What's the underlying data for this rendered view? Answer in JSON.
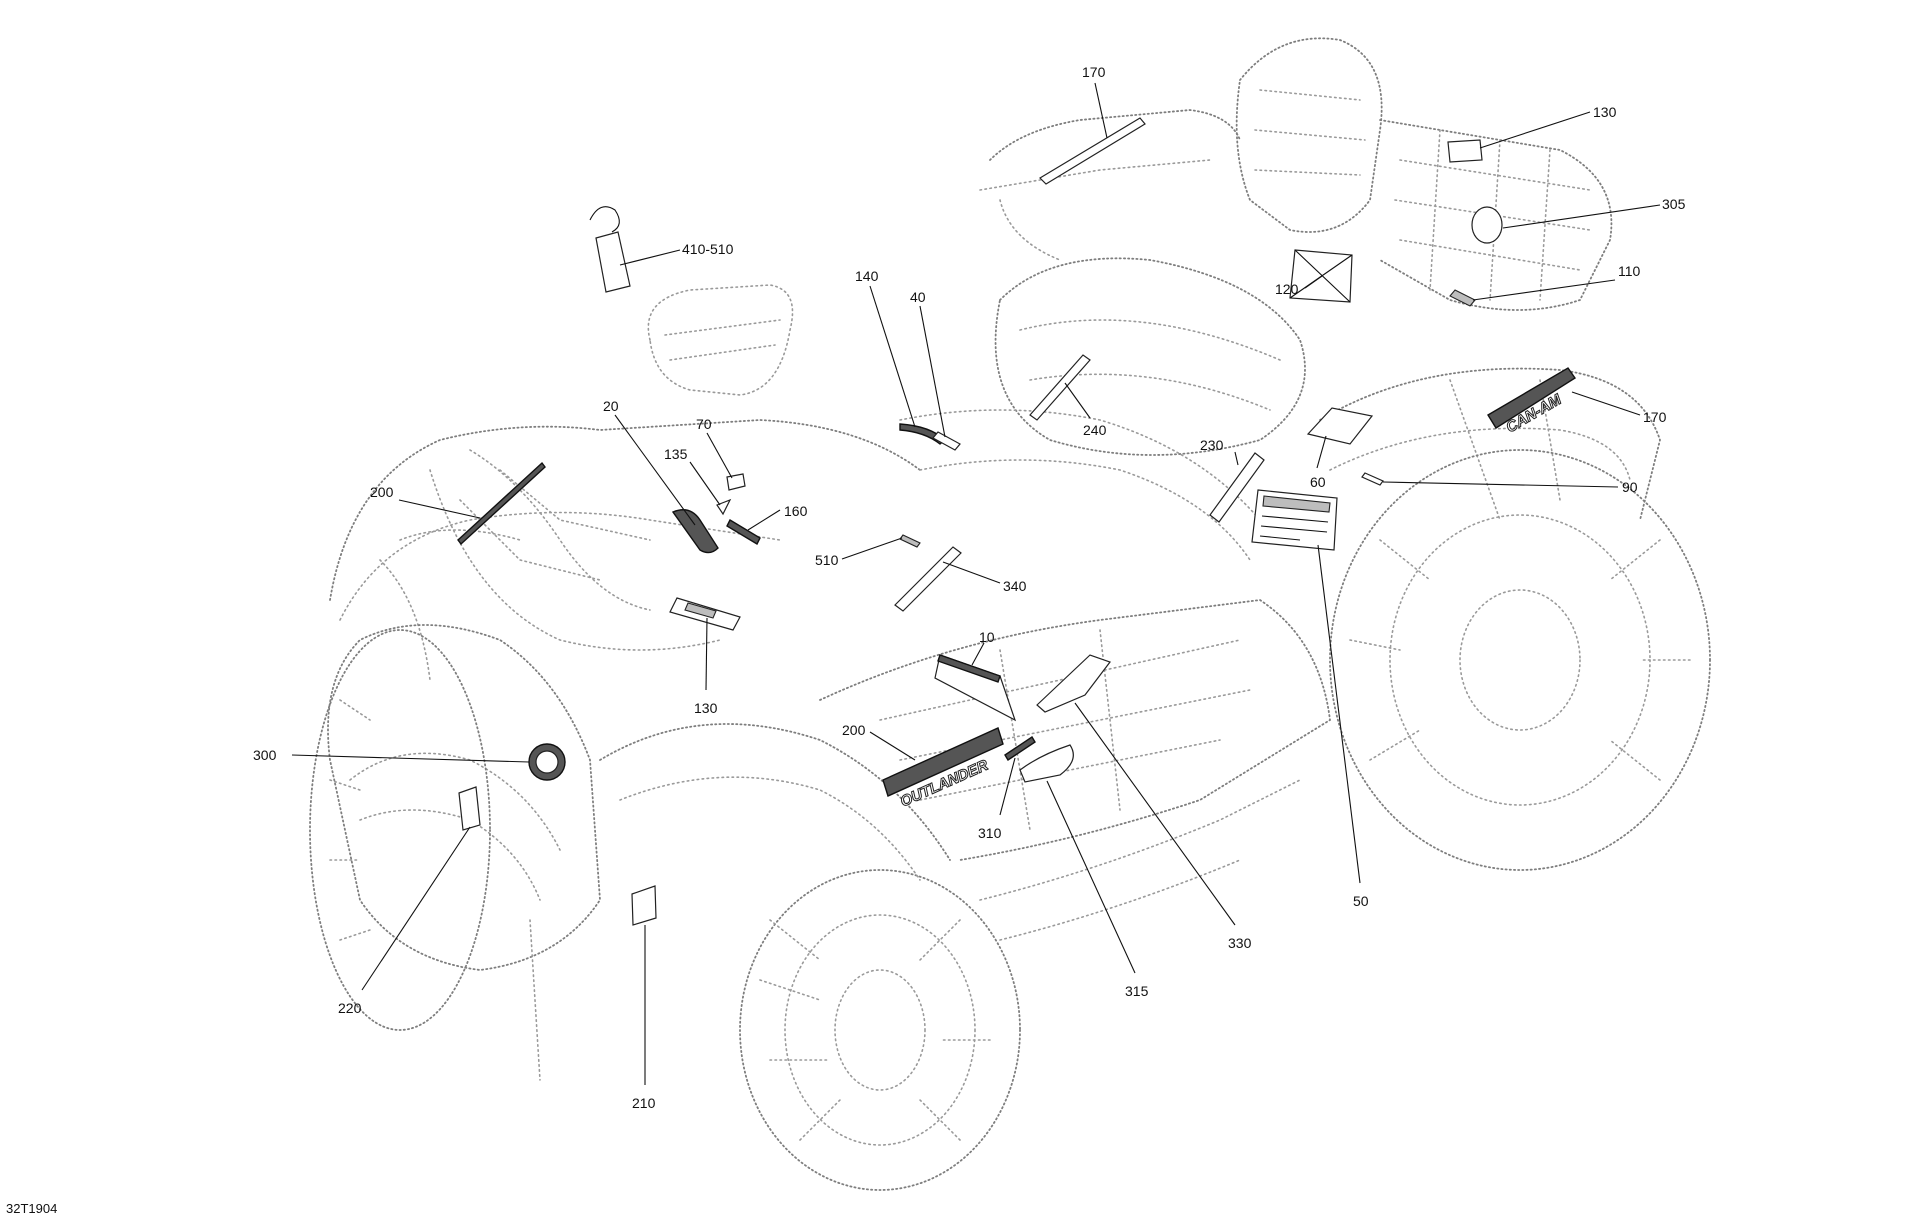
{
  "diagram": {
    "reference_code": "32T1904",
    "emblems": {
      "model_name": "OUTLANDER",
      "brand_name": "CAN-AM"
    },
    "callouts": [
      {
        "id": "c-410-510",
        "label": "410-510"
      },
      {
        "id": "c-170-top",
        "label": "170"
      },
      {
        "id": "c-130-right",
        "label": "130"
      },
      {
        "id": "c-305",
        "label": "305"
      },
      {
        "id": "c-110",
        "label": "110"
      },
      {
        "id": "c-120",
        "label": "120"
      },
      {
        "id": "c-170-right",
        "label": "170"
      },
      {
        "id": "c-140",
        "label": "140"
      },
      {
        "id": "c-40",
        "label": "40"
      },
      {
        "id": "c-240",
        "label": "240"
      },
      {
        "id": "c-230",
        "label": "230"
      },
      {
        "id": "c-60",
        "label": "60"
      },
      {
        "id": "c-90",
        "label": "90"
      },
      {
        "id": "c-20",
        "label": "20"
      },
      {
        "id": "c-70",
        "label": "70"
      },
      {
        "id": "c-135",
        "label": "135"
      },
      {
        "id": "c-160",
        "label": "160"
      },
      {
        "id": "c-200-left",
        "label": "200"
      },
      {
        "id": "c-510",
        "label": "510"
      },
      {
        "id": "c-340",
        "label": "340"
      },
      {
        "id": "c-130-left",
        "label": "130"
      },
      {
        "id": "c-10",
        "label": "10"
      },
      {
        "id": "c-200-mid",
        "label": "200"
      },
      {
        "id": "c-300",
        "label": "300"
      },
      {
        "id": "c-310",
        "label": "310"
      },
      {
        "id": "c-50",
        "label": "50"
      },
      {
        "id": "c-330",
        "label": "330"
      },
      {
        "id": "c-315",
        "label": "315"
      },
      {
        "id": "c-220",
        "label": "220"
      },
      {
        "id": "c-210",
        "label": "210"
      }
    ]
  }
}
